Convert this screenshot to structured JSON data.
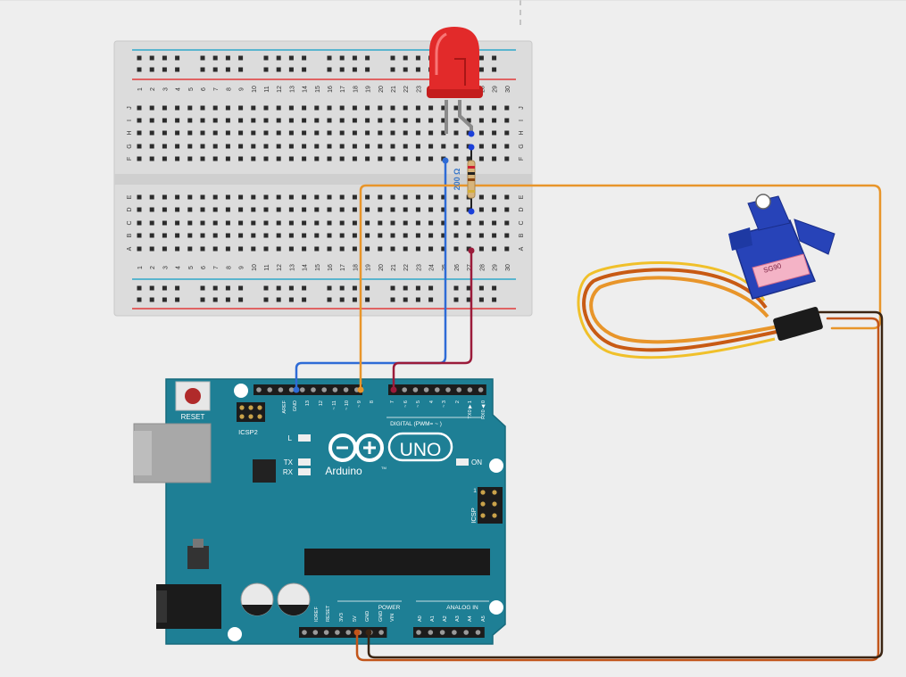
{
  "breadboard": {
    "columns": [
      "1",
      "2",
      "3",
      "4",
      "5",
      "6",
      "7",
      "8",
      "9",
      "10",
      "11",
      "12",
      "13",
      "14",
      "15",
      "16",
      "17",
      "18",
      "19",
      "20",
      "21",
      "22",
      "23",
      "24",
      "25",
      "26",
      "27",
      "28",
      "29",
      "30"
    ],
    "rows_top": [
      "J",
      "I",
      "H",
      "G",
      "F"
    ],
    "rows_bottom": [
      "E",
      "D",
      "C",
      "B",
      "A"
    ]
  },
  "resistor": {
    "label": "200 Ω"
  },
  "arduino": {
    "brand": "Arduino",
    "model": "UNO",
    "tm": "TM",
    "reset_label": "RESET",
    "icsp2_label": "ICSP2",
    "icsp_label": "ICSP",
    "icsp_pin1": "1",
    "led_l": "L",
    "led_tx": "TX",
    "led_rx": "RX",
    "led_on": "ON",
    "digital_label": "DIGITAL (PWM= ~ )",
    "power_label": "POWER",
    "analog_label": "ANALOG IN",
    "header_top_pins": [
      "AREF",
      "GND",
      "13",
      "12",
      "~ 11",
      "~ 10",
      "~ 9",
      "8",
      "7",
      "~ 6",
      "~ 5",
      "4",
      "~ 3",
      "2",
      "TX0 ▶ 1",
      "RX0 ◀ 0"
    ],
    "power_pins": [
      "IOREF",
      "RESET",
      "3V3",
      "5V",
      "GND",
      "GND",
      "VIN"
    ],
    "analog_pins": [
      "A0",
      "A1",
      "A2",
      "A3",
      "A4",
      "A5"
    ]
  },
  "servo": {
    "label": "SG90"
  },
  "colors": {
    "wire_blue": "#2e6bd6",
    "wire_red": "#9b1b3a",
    "wire_orange": "#e8952a",
    "wire_brown": "#3a2412",
    "wire_dark_orange": "#c2551a",
    "board_teal": "#1e7f95",
    "led_red": "#e22a2a",
    "servo_blue": "#2743b8"
  }
}
